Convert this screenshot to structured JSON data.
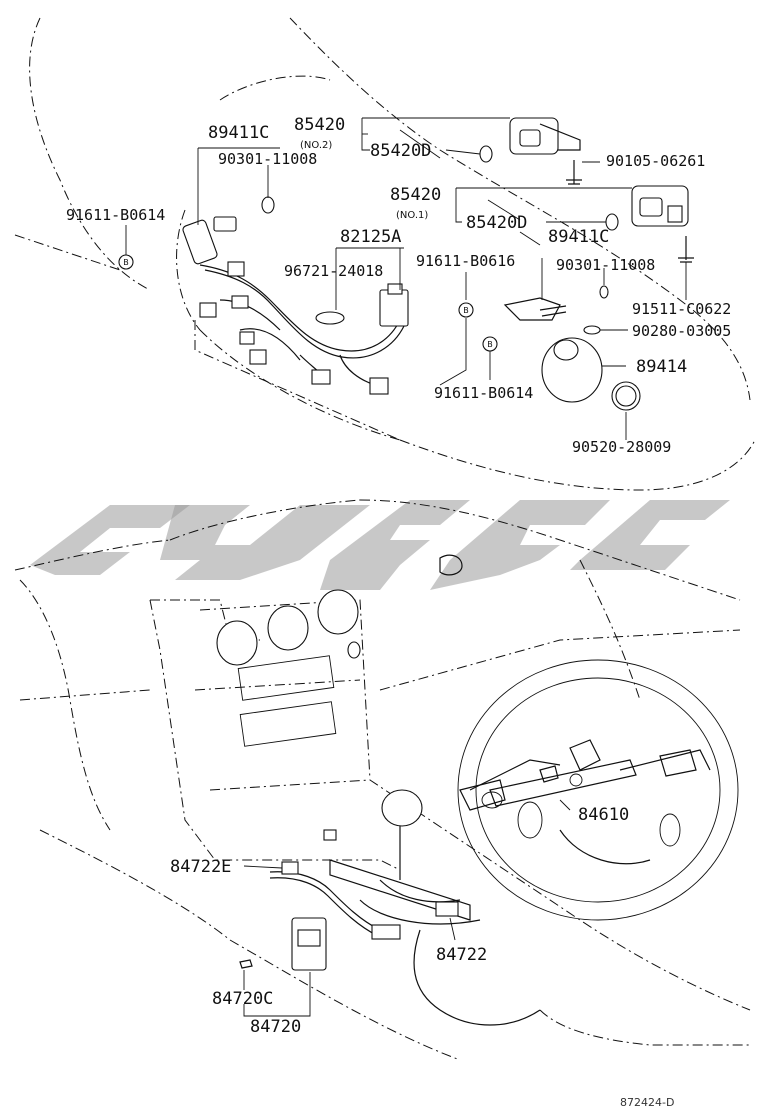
{
  "diagram": {
    "ref_code": "872424-D",
    "watermark_text": "",
    "upper_group": {
      "labels": {
        "p89411C_a": "89411C",
        "p90301_a": "90301-11008",
        "p91611_B0614_a": "91611-B0614",
        "p85420_no2": "85420",
        "no2": "(NO.2)",
        "p85420D_a": "85420D",
        "p90105": "90105-06261",
        "p85420_no1": "85420",
        "no1": "(NO.1)",
        "p85420D_b": "85420D",
        "p89411C_b": "89411C",
        "p82125A": "82125A",
        "p96721": "96721-24018",
        "p91611_B0616": "91611-B0616",
        "p90301_b": "90301-11008",
        "p91511": "91511-C0622",
        "p90280": "90280-03005",
        "p89414": "89414",
        "p91611_B0614_b": "91611-B0614",
        "p90520": "90520-28009"
      }
    },
    "lower_group": {
      "labels": {
        "p84610": "84610",
        "p84722E": "84722E",
        "p84722": "84722",
        "p84720C": "84720C",
        "p84720": "84720"
      }
    },
    "bolt_marker": "B"
  }
}
